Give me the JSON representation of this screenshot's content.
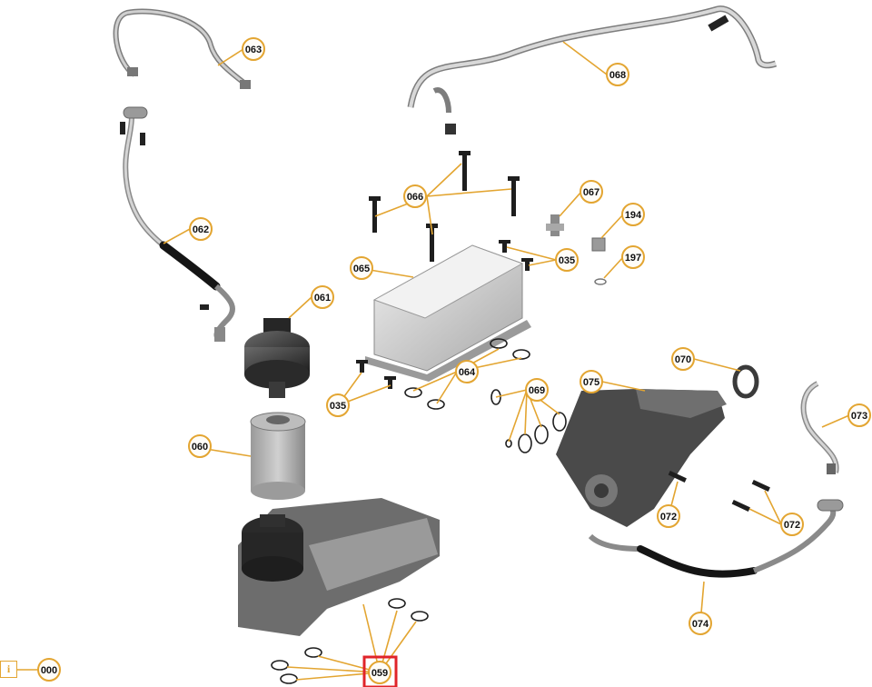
{
  "callouts": {
    "c000": "000",
    "c059": "059",
    "c060": "060",
    "c061": "061",
    "c062": "062",
    "c063": "063",
    "c064": "064",
    "c065": "065",
    "c066": "066",
    "c067": "067",
    "c068": "068",
    "c069": "069",
    "c070": "070",
    "c072a": "072",
    "c072b": "072",
    "c073": "073",
    "c074": "074",
    "c075": "075",
    "c035a": "035",
    "c035b": "035",
    "c194": "194",
    "c197": "197"
  },
  "info_icon": "i",
  "colors": {
    "accent": "#e3a531",
    "highlight": "#e0242a",
    "hose": "#1a1a1a",
    "pipe": "#a9a9a9"
  }
}
